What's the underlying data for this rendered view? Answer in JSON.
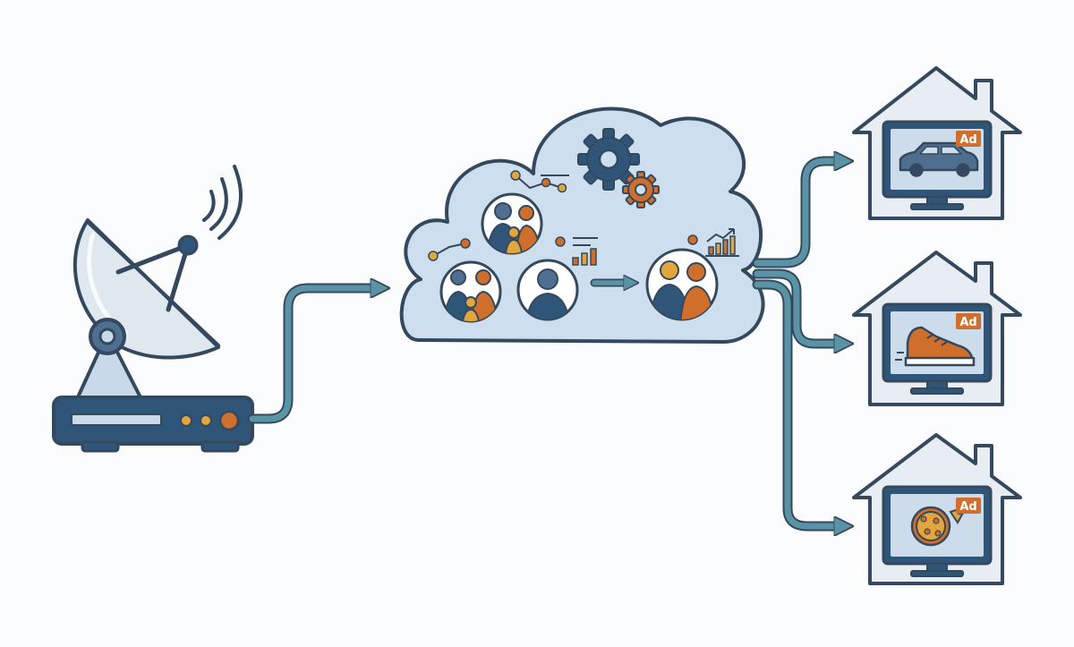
{
  "colors": {
    "outline": "#34485e",
    "navy": "#2f5579",
    "steel": "#4e6f8f",
    "light_fill": "#c9d9e8",
    "cloud_fill": "#cddfee",
    "house_fill": "#e7edf3",
    "screen_fill": "#ccdcea",
    "accent_orange": "#cf6f2b",
    "accent_gold": "#e3a63c",
    "connector": "#5b93a6",
    "background": "#fbfcfd"
  },
  "icons": {
    "broadcast": "satellite-dish-icon",
    "receiver": "set-top-box-icon",
    "processing": "gear-icon",
    "audience": "family-segment-icon",
    "viewer": "person-icon",
    "analytics": "bar-chart-icon",
    "car": "car-icon",
    "shoe": "sneaker-icon",
    "pizza": "pizza-icon"
  },
  "ads": [
    {
      "badge": "Ad",
      "product": "car-icon"
    },
    {
      "badge": "Ad",
      "product": "sneaker-icon"
    },
    {
      "badge": "Ad",
      "product": "pizza-icon"
    }
  ]
}
